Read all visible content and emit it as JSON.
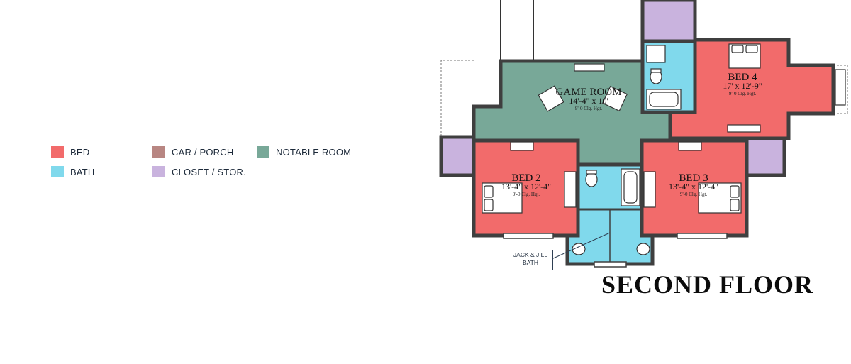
{
  "legend": [
    {
      "label": "BED",
      "color": "#f26b6b"
    },
    {
      "label": "BATH",
      "color": "#80d9ec"
    },
    {
      "label": "CAR / PORCH",
      "color": "#b88682"
    },
    {
      "label": "CLOSET / STOR.",
      "color": "#c9b3de"
    },
    {
      "label": "NOTABLE ROOM",
      "color": "#78a898"
    }
  ],
  "rooms": {
    "game_room": {
      "title": "GAME ROOM",
      "dims": "14'-4\" x 10'",
      "ceiling": "9'-0 Clg. Hgt."
    },
    "bed2": {
      "title": "BED 2",
      "dims": "13'-4\" x 12'-4\"",
      "ceiling": "9'-0 Clg. Hgt."
    },
    "bed3": {
      "title": "BED 3",
      "dims": "13'-4\" x 12'-4\"",
      "ceiling": "9'-0 Clg. Hgt."
    },
    "bed4": {
      "title": "BED 4",
      "dims": "17' x 12'-9\"",
      "ceiling": "9'-0 Clg. Hgt."
    }
  },
  "callout": {
    "line1": "JACK & JILL",
    "line2": "BATH"
  },
  "floor_title": "SECOND FLOOR",
  "colors": {
    "wall": "#3f3f3f",
    "fixture": "#ffffff",
    "ink": "#222222"
  }
}
